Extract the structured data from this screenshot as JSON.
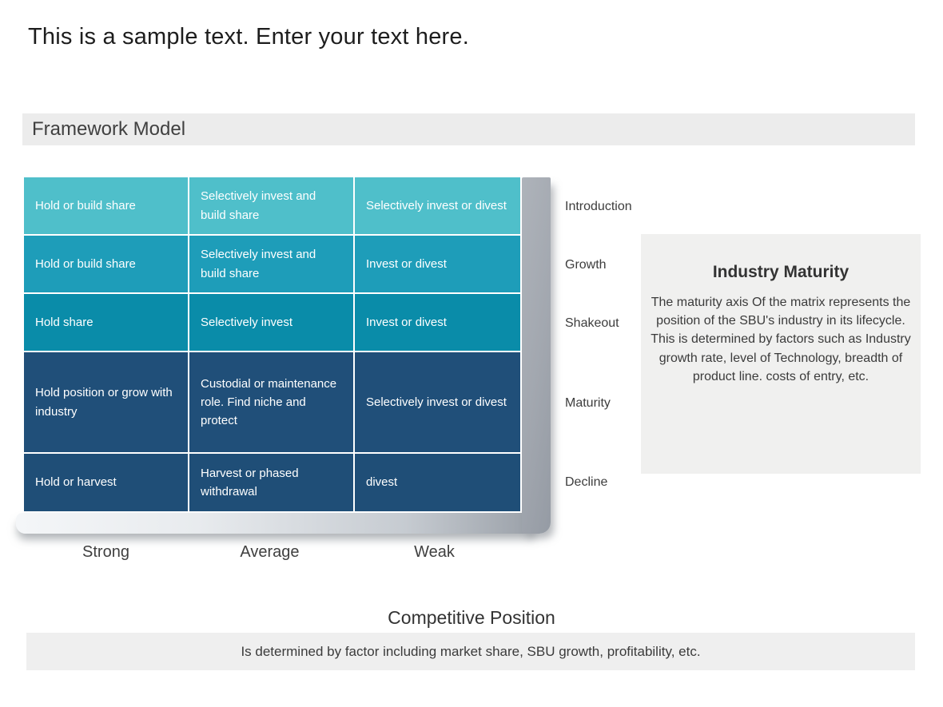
{
  "slide": {
    "title": "This is a sample text. Enter your text here.",
    "section_header": "Framework Model"
  },
  "matrix": {
    "rows": [
      {
        "label": "Introduction",
        "color": "#4FBFCA",
        "cells": [
          "Hold or build share",
          "Selectively invest and build share",
          "Selectively invest or divest"
        ]
      },
      {
        "label": "Growth",
        "color": "#1E9DB9",
        "cells": [
          "Hold or build share",
          "Selectively invest and build share",
          "Invest or divest"
        ]
      },
      {
        "label": "Shakeout",
        "color": "#0A8CA9",
        "cells": [
          "Hold share",
          "Selectively invest",
          "Invest or divest"
        ]
      },
      {
        "label": "Maturity",
        "color": "#204F79",
        "cells": [
          "Hold position or grow with industry",
          "Custodial or maintenance role. Find niche and protect",
          "Selectively invest or divest"
        ]
      },
      {
        "label": "Decline",
        "color": "#1F4E77",
        "cells": [
          "Hold or harvest",
          "Harvest or phased withdrawal",
          "divest"
        ]
      }
    ],
    "column_labels": [
      "Strong",
      "Average",
      "Weak"
    ],
    "x_axis_title": "Competitive Position",
    "x_axis_description": "Is determined by factor including market share, SBU growth, profitability, etc."
  },
  "maturity_panel": {
    "title": "Industry Maturity",
    "body": "The maturity axis Of the matrix represents the position of the SBU's industry in its lifecycle. This is determined by factors such as Industry growth rate, level of Technology, breadth of product line. costs of entry, etc."
  }
}
